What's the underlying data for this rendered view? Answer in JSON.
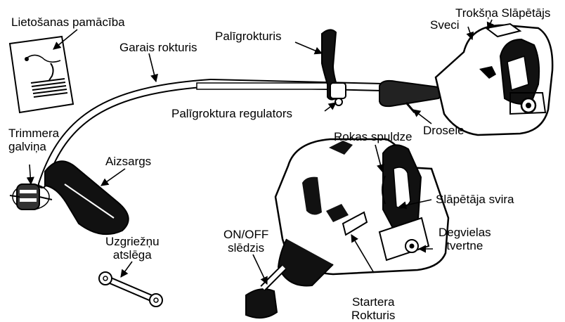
{
  "labels": {
    "manual": "Lietošanas pamācība",
    "long_handle": "Garais rokturis",
    "aux_handle": "Palīgrokturis",
    "muffler": "Trokšņa Slāpētājs",
    "spark_plug": "Sveci",
    "aux_handle_adjuster": "Palīgroktura regulators",
    "throttle": "Drosele",
    "trimmer_head_line1": "Trimmera",
    "trimmer_head_line2": "galviņa",
    "guard": "Aizsargs",
    "primer_bulb": "Rokas spuldze",
    "choke_lever": "Slāpētāja svira",
    "on_off_line1": "ON/OFF",
    "on_off_line2": "slēdzis",
    "fuel_tank_line1": "Degvielas",
    "fuel_tank_line2": "tvertne",
    "wrench_line1": "Uzgriežņu",
    "wrench_line2": "atslēga",
    "starter_line1": "Startera",
    "starter_line2": "Rokturis"
  }
}
